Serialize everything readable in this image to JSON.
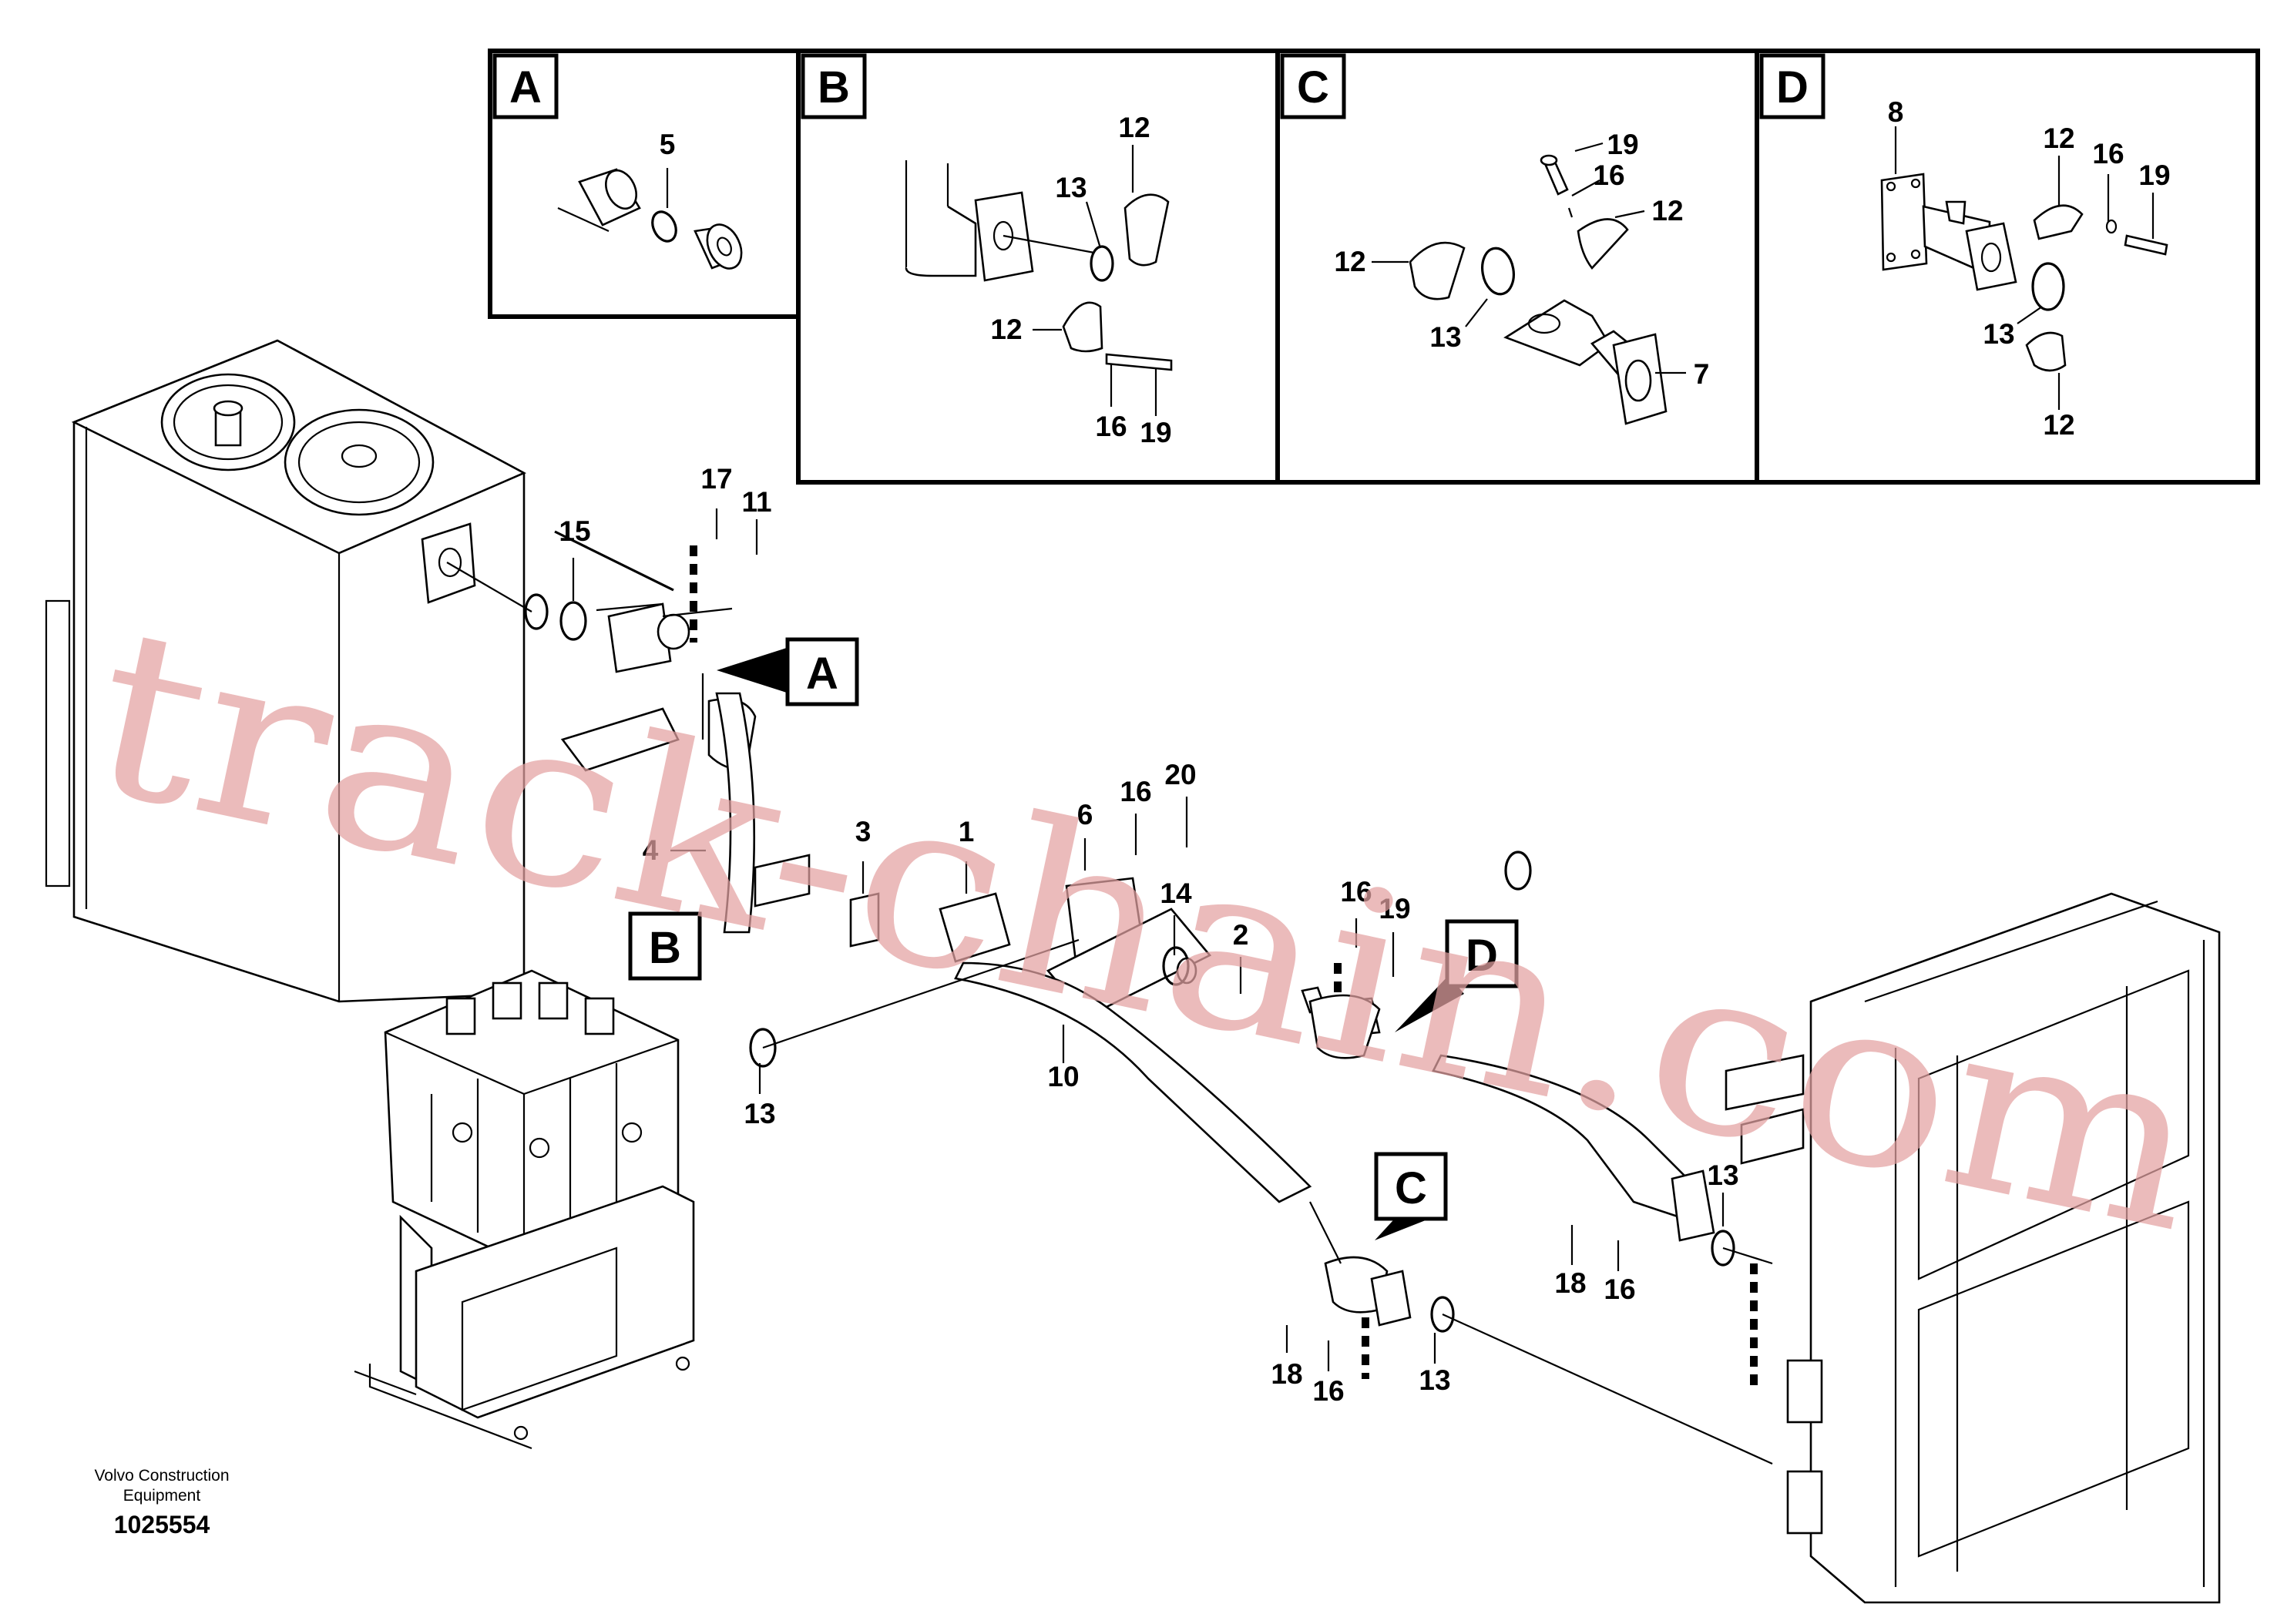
{
  "detail_views": [
    {
      "letter": "A",
      "callouts": [
        "5"
      ]
    },
    {
      "letter": "B",
      "callouts": [
        "12",
        "13",
        "12",
        "16",
        "19"
      ]
    },
    {
      "letter": "C",
      "callouts": [
        "19",
        "16",
        "12",
        "12",
        "13",
        "7"
      ]
    },
    {
      "letter": "D",
      "callouts": [
        "8",
        "12",
        "16",
        "19",
        "13",
        "12"
      ]
    }
  ],
  "view_refs": [
    "A",
    "B",
    "C",
    "D"
  ],
  "main_callouts": [
    "17",
    "11",
    "15",
    "20",
    "16",
    "6",
    "1",
    "3",
    "4",
    "14",
    "2",
    "16",
    "19",
    "10",
    "13",
    "13",
    "18",
    "16",
    "18",
    "16",
    "13"
  ],
  "watermark": "track-chain.com",
  "footer": {
    "company": "Volvo Construction",
    "company_line2": "Equipment",
    "drawing_number": "1025554"
  }
}
